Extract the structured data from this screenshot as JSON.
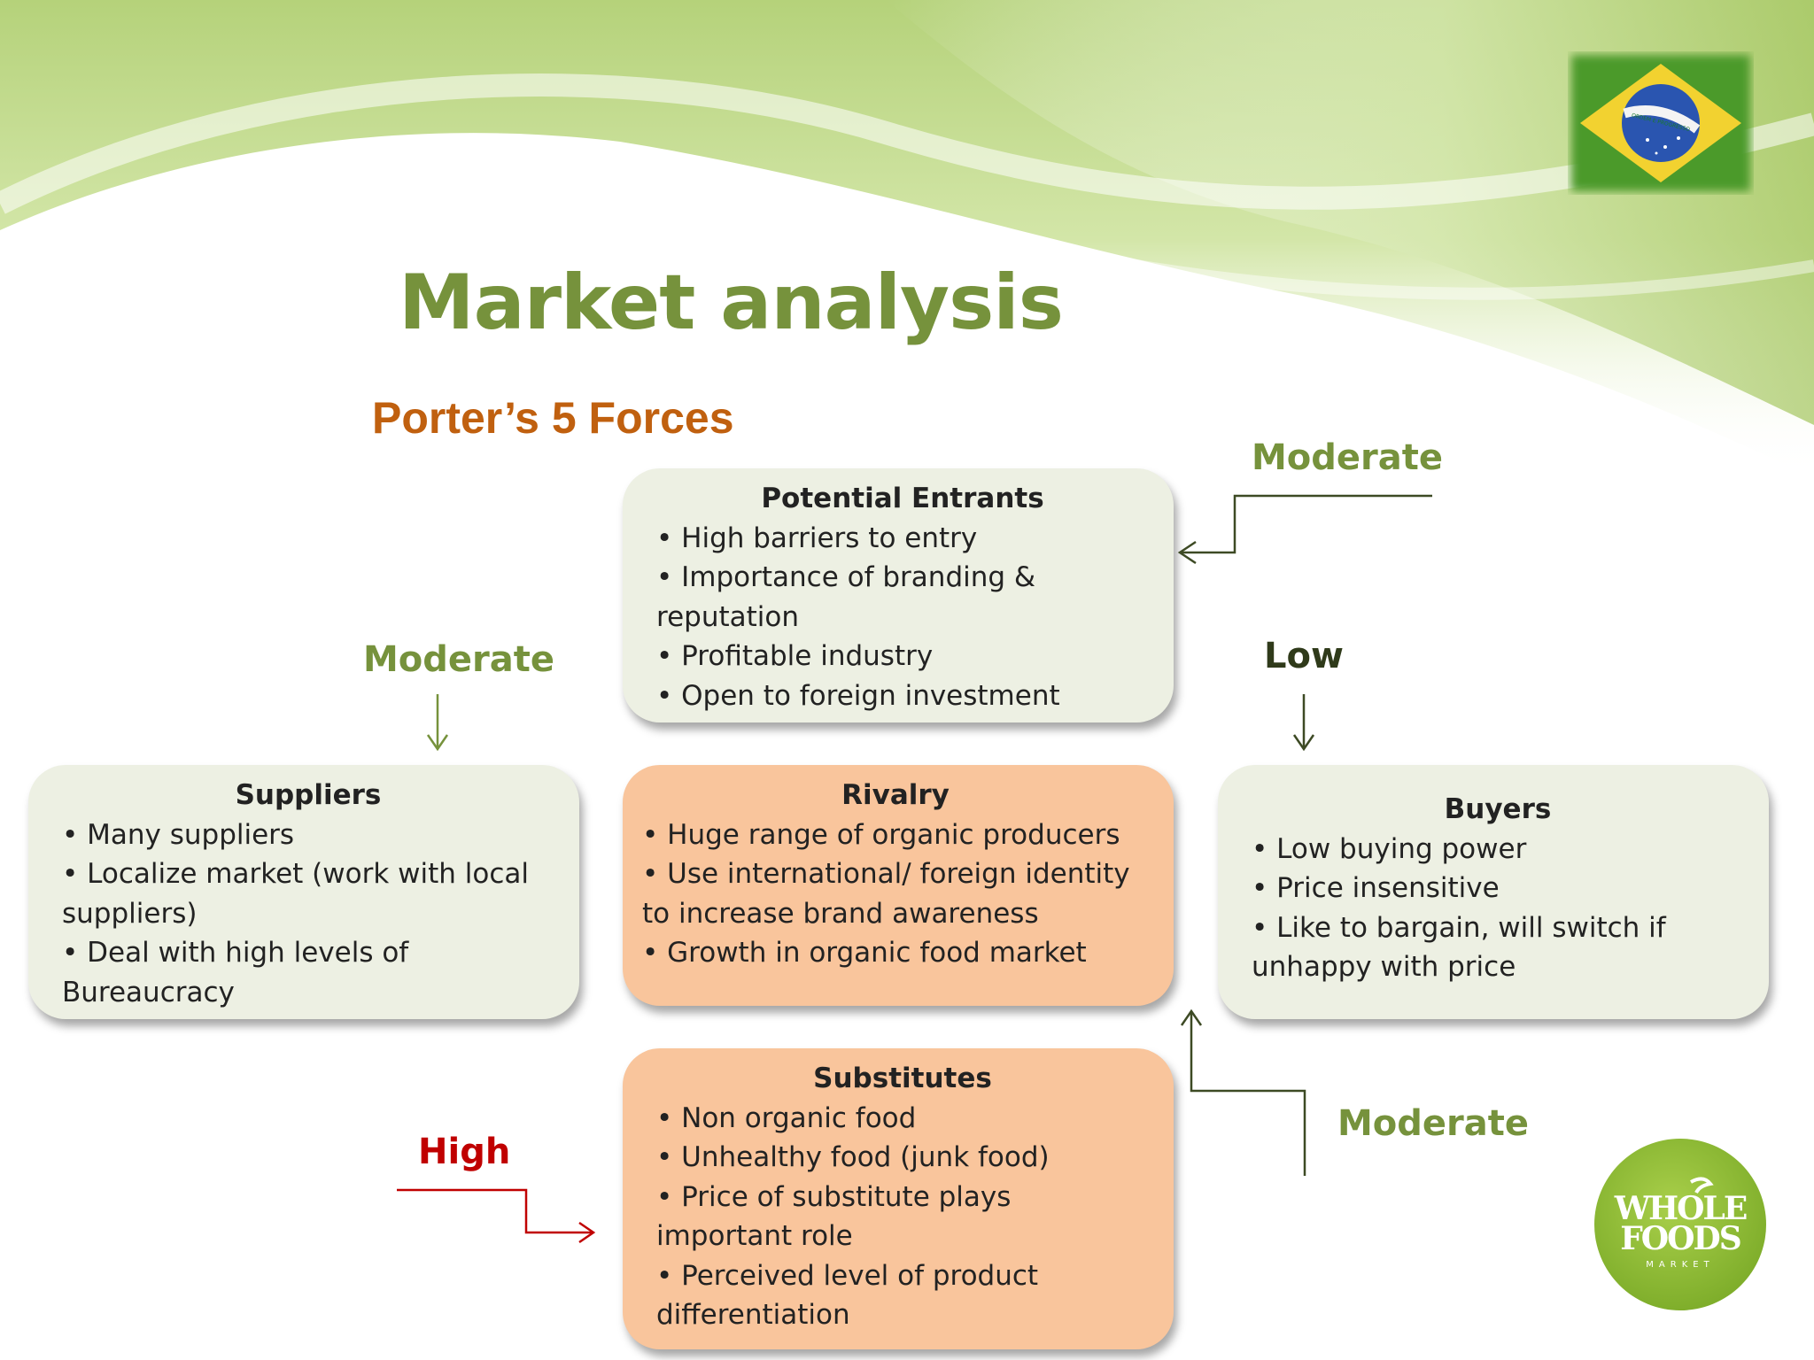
{
  "slide": {
    "title": "Market analysis",
    "subtitle": "Porter’s 5 Forces",
    "colors": {
      "title": "#76923c",
      "subtitle": "#c0600f",
      "green_box": "#edf0e3",
      "orange_box": "#f9c59c",
      "high_label": "#c00000"
    }
  },
  "forces": {
    "potential_entrants": {
      "title": "Potential Entrants",
      "items": [
        "High barriers to entry",
        "Importance of  branding & reputation",
        "Profitable industry",
        "Open to foreign investment"
      ],
      "level": "Moderate"
    },
    "suppliers": {
      "title": "Suppliers",
      "items": [
        "Many suppliers",
        "Localize market (work with local suppliers)",
        "Deal with high levels of Bureaucracy"
      ],
      "level": "Moderate"
    },
    "rivalry": {
      "title": "Rivalry",
      "items": [
        "Huge range of organic producers",
        "Use international/ foreign identity to increase brand awareness",
        "Growth in organic food market"
      ],
      "level": "Moderate"
    },
    "buyers": {
      "title": "Buyers",
      "items": [
        "Low buying power",
        "Price  insensitive",
        "Like to bargain, will switch if unhappy with price"
      ],
      "level": "Low"
    },
    "substitutes": {
      "title": "Substitutes",
      "items": [
        "Non organic food",
        "Unhealthy food (junk food)",
        "Price of substitute  plays important role",
        "Perceived level of product differentiation"
      ],
      "level": "High"
    }
  },
  "logo": {
    "line1": "WHOLE",
    "line2": "FOODS",
    "line3": "MARKET"
  },
  "flag": {
    "motto": "ORDEM E PROGRESSO"
  },
  "icons": [
    "brazil-flag-icon",
    "whole-foods-logo-icon",
    "arrow-icon"
  ]
}
